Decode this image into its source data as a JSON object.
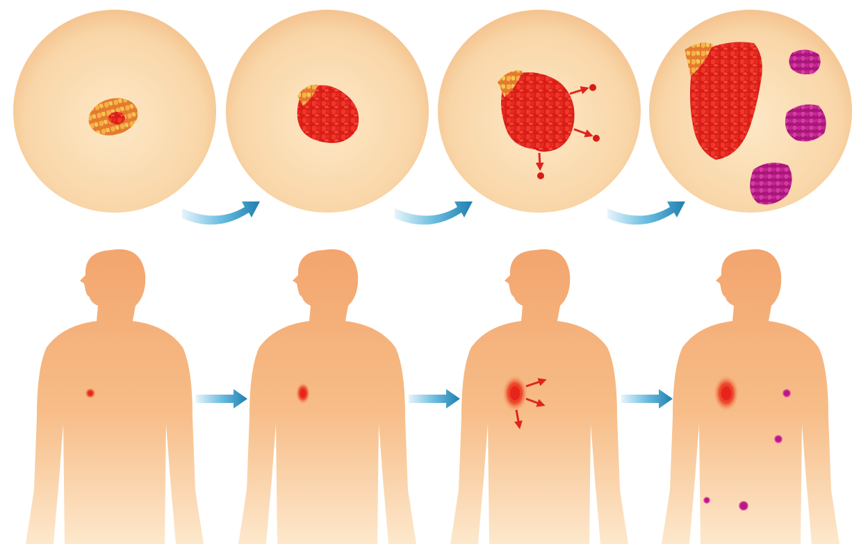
{
  "colors": {
    "background": "#ffffff",
    "circle_fill_light": "#fbe3bd",
    "circle_fill_dark": "#f6c996",
    "circle_edge": "#f2bd8a",
    "body_fill_top": "#f3a56e",
    "body_fill_bottom": "#fde6c6",
    "tumor_red": "#e8231c",
    "tumor_red_dark": "#b81410",
    "cell_orange": "#f49a3c",
    "cell_yellow": "#f7d24a",
    "metastasis_magenta": "#d0208c",
    "metastasis_dark": "#8e1060",
    "arrow_blue": "#2a93c4",
    "arrow_blue_dark": "#1d6f9c",
    "arrow_blue_light": "#d8eef8"
  },
  "icons": {
    "stage_arrow": "blue-curved-arrow-icon",
    "body_arrow": "blue-straight-arrow-icon",
    "spread_arrow": "red-spread-arrow-icon"
  },
  "stages": [
    {
      "id": "stage-1",
      "tumor": "small",
      "spread_arrows": 0,
      "metastases": 0
    },
    {
      "id": "stage-2",
      "tumor": "medium",
      "spread_arrows": 0,
      "metastases": 0
    },
    {
      "id": "stage-3",
      "tumor": "large",
      "spread_arrows": 3,
      "metastases": 0
    },
    {
      "id": "stage-4",
      "tumor": "large",
      "spread_arrows": 0,
      "metastases": 3
    }
  ]
}
